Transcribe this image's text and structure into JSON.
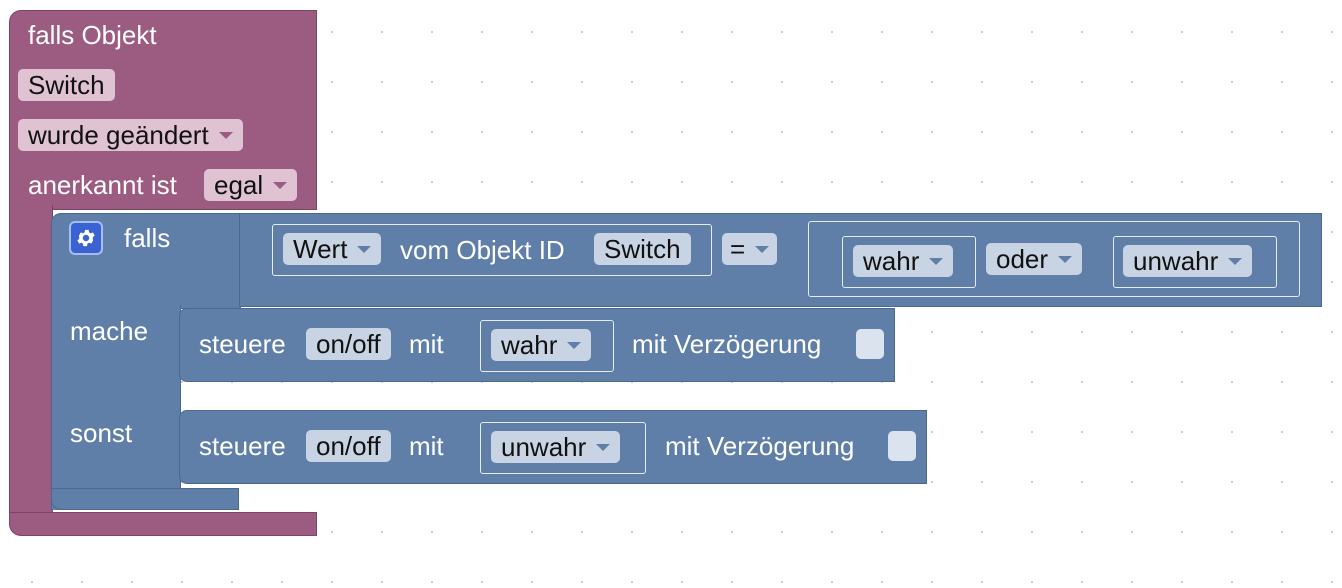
{
  "trigger": {
    "title": "falls Objekt",
    "object_name": "Switch",
    "event": "wurde geändert",
    "ack_label": "anerkannt ist",
    "ack_value": "egal"
  },
  "if_block": {
    "falls": "falls",
    "mache": "mache",
    "sonst": "sonst",
    "condition": {
      "attribute": "Wert",
      "from_object": "vom Objekt ID",
      "object_id": "Switch",
      "operator": "=",
      "left_bool": "wahr",
      "logic_op": "oder",
      "right_bool": "unwahr"
    },
    "then_action": {
      "control": "steuere",
      "target": "on/off",
      "with": "mit",
      "value": "wahr",
      "delay": "mit Verzögerung"
    },
    "else_action": {
      "control": "steuere",
      "target": "on/off",
      "with": "mit",
      "value": "unwahr",
      "delay": "mit Verzögerung"
    }
  },
  "colors": {
    "trigger_block": "#9c5b80",
    "logic_block": "#5f7fa8",
    "mutator_icon": "#3a62d0"
  }
}
